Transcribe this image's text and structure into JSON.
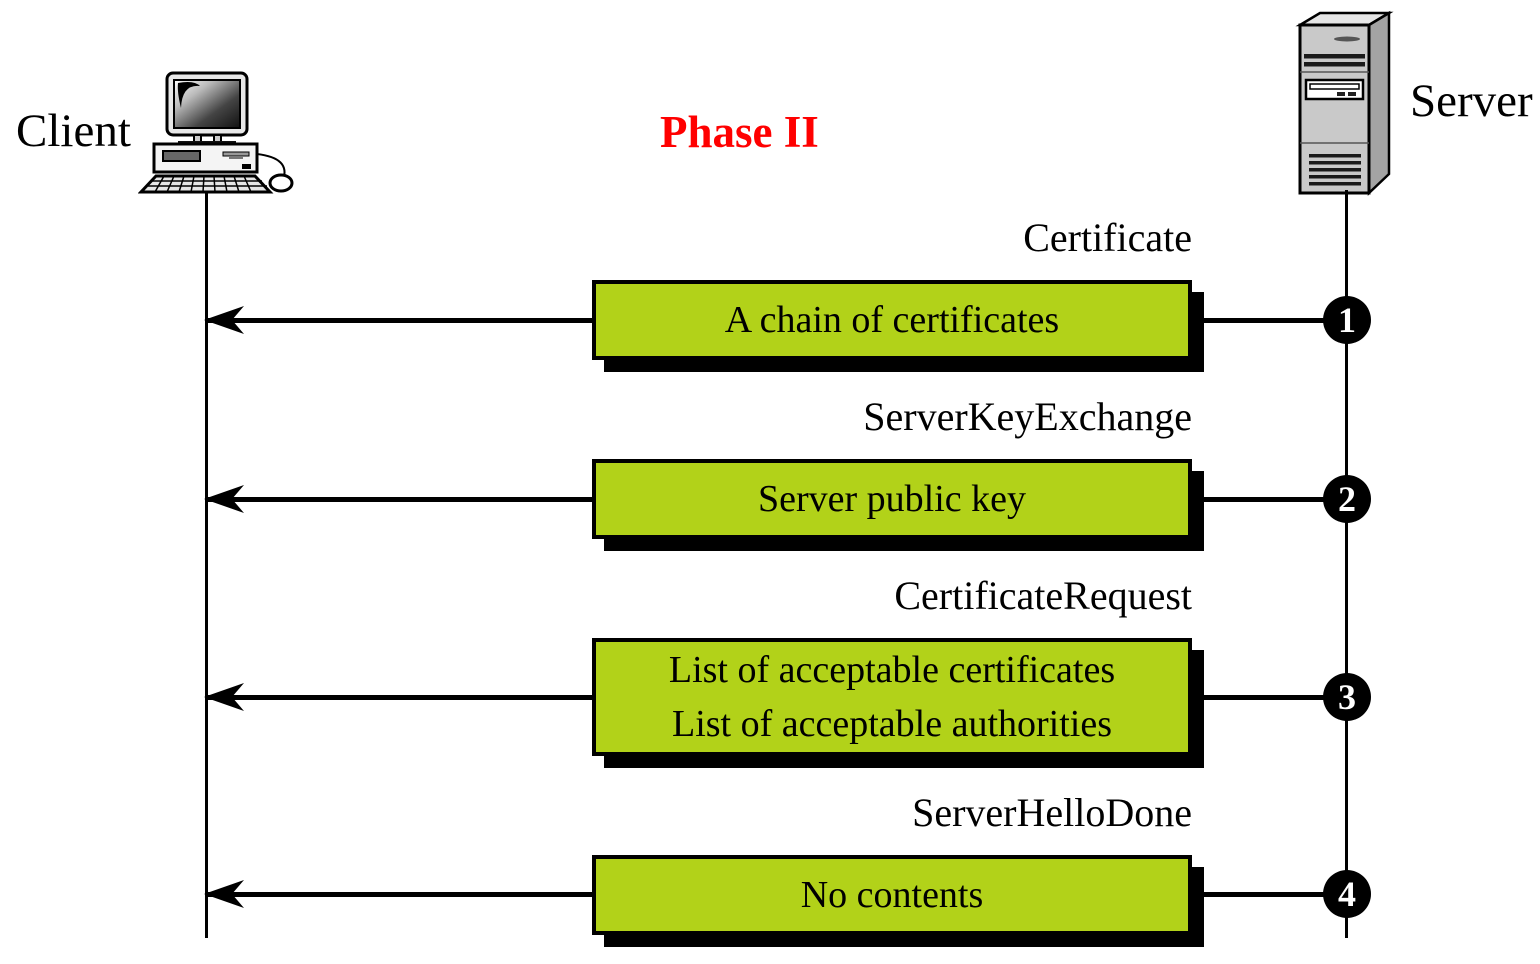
{
  "title": "Phase II",
  "title_color": "#ff0000",
  "box_fill_color": "#b2d219",
  "arrow_direction": "server-to-client",
  "client": {
    "label": "Client",
    "icon": "desktop-computer-icon"
  },
  "server": {
    "label": "Server",
    "icon": "tower-server-icon"
  },
  "messages": [
    {
      "number": "1",
      "name": "Certificate",
      "contents": [
        "A chain of certificates"
      ]
    },
    {
      "number": "2",
      "name": "ServerKeyExchange",
      "contents": [
        "Server public key"
      ]
    },
    {
      "number": "3",
      "name": "CertificateRequest",
      "contents": [
        "List of acceptable certificates",
        "List of acceptable authorities"
      ]
    },
    {
      "number": "4",
      "name": "ServerHelloDone",
      "contents": [
        "No contents"
      ]
    }
  ]
}
